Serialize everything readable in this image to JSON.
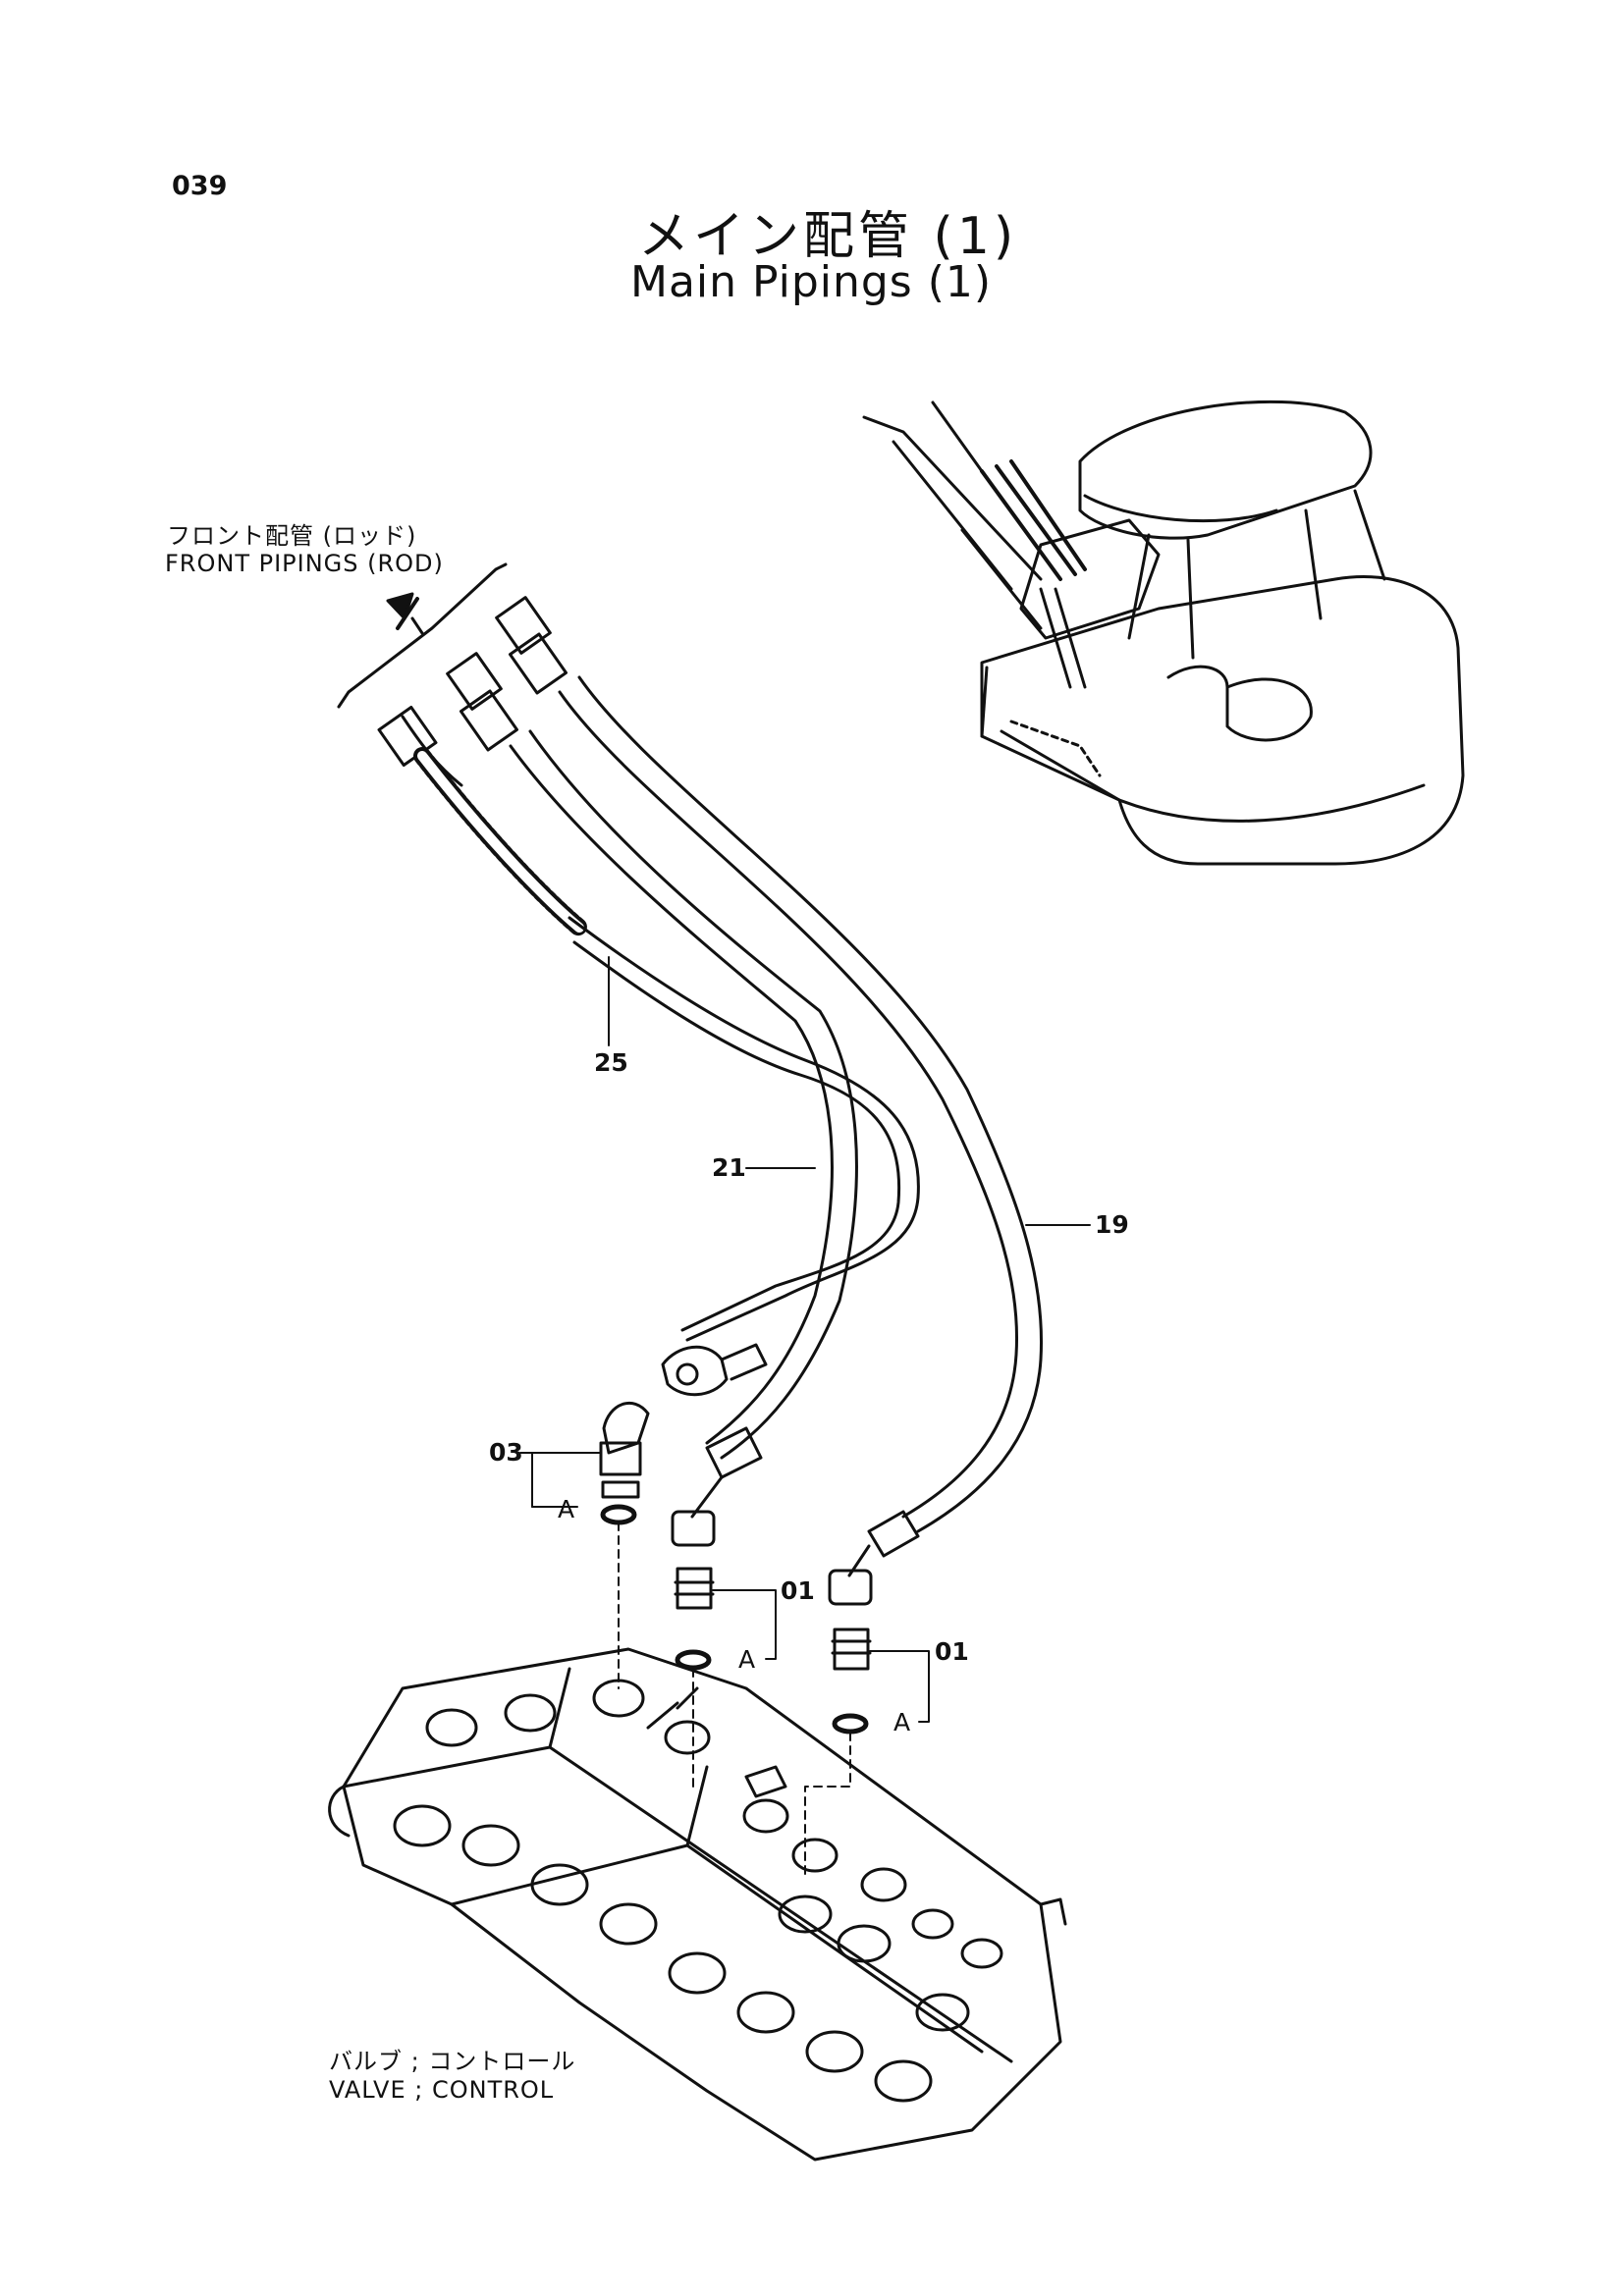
{
  "header": {
    "page_number": "039",
    "title_jp": "メイン配管 (1)",
    "title_en": "Main Pipings (1)"
  },
  "labels": {
    "front_jp": "フロント配管 (ロッド)",
    "front_en": "FRONT PIPINGS (ROD)",
    "valve_jp": "バルブ ; コントロール",
    "valve_en": "VALVE ; CONTROL"
  },
  "callouts": {
    "p25": "25",
    "p21": "21",
    "p19": "19",
    "p03": "03",
    "p01a": "01",
    "p01b": "01",
    "a1": "A",
    "a2": "A",
    "a3": "A"
  }
}
